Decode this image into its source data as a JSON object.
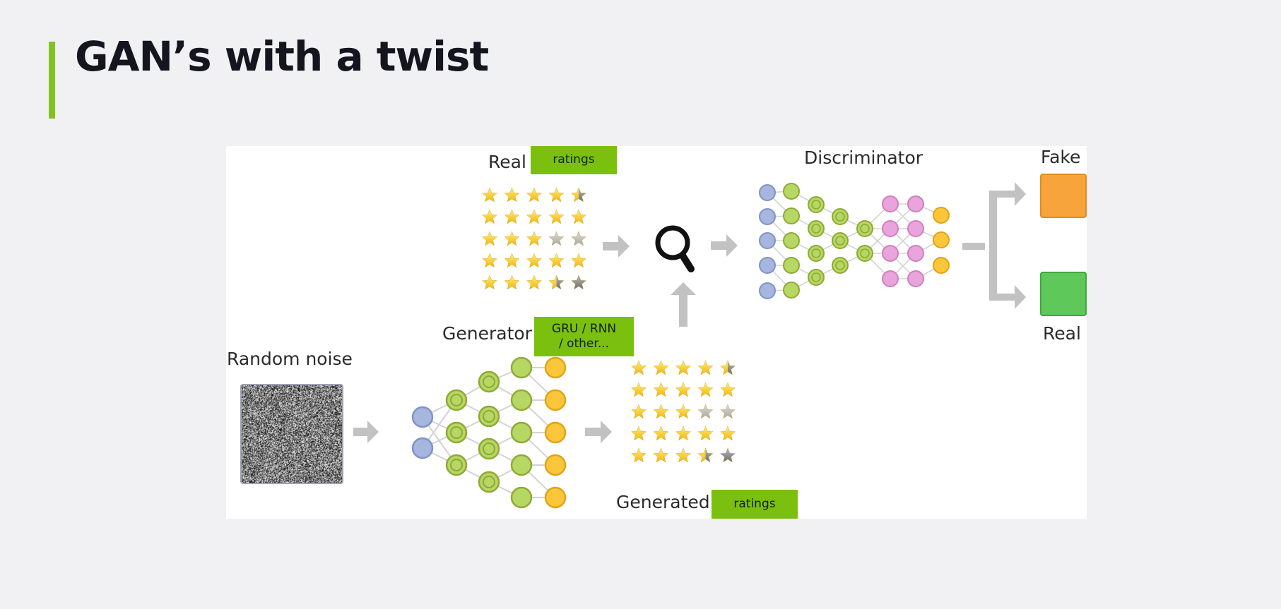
{
  "slide": {
    "title": "GAN’s with a twist"
  },
  "diagram": {
    "labels": {
      "real": "Real",
      "real_tag": "ratings",
      "discriminator": "Discriminator",
      "fake_out": "Fake",
      "real_out": "Real",
      "generator": "Generator",
      "generator_tag_line1": "GRU / RNN",
      "generator_tag_line2": "/ other...",
      "random_noise": "Random noise",
      "generated": "Generated",
      "generated_tag": "ratings"
    },
    "real_ratings": [
      4.5,
      5,
      3,
      5,
      3.5
    ],
    "generated_ratings": [
      4.5,
      5,
      3,
      5,
      3.5
    ],
    "colors": {
      "accent": "#7fc31c",
      "tag": "#7bbf0f",
      "fake": "#f8a43d",
      "real": "#5ec85a",
      "node_blue": "#a7b6de",
      "node_green": "#b7d764",
      "node_pink": "#eaa4dc",
      "node_yellow": "#fcc63b",
      "arrow": "#c2c2c2"
    },
    "icons": [
      "magnifier-icon",
      "arrow-right-icon",
      "arrow-up-icon",
      "fork-arrow-icon",
      "star-icon",
      "cursor-icon"
    ]
  }
}
